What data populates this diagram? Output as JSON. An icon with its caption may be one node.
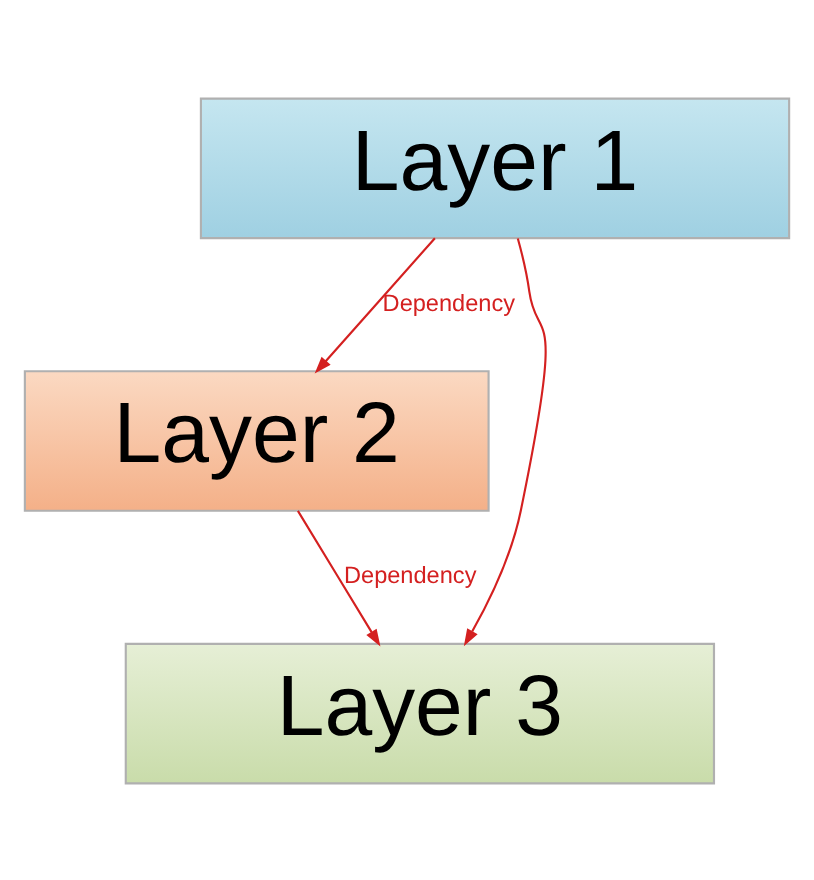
{
  "diagram": {
    "nodes": [
      {
        "text": [
          "Layer 1"
        ]
      },
      {
        "text": [
          "Layer 2"
        ]
      },
      {
        "text": [
          "Layer 3"
        ]
      }
    ],
    "edges": [
      {
        "from": 0,
        "to": 1,
        "arrow": "to",
        "label": "Dependency"
      },
      {
        "from": 0,
        "to": 2,
        "arrow": "to"
      },
      {
        "from": 1,
        "to": 2,
        "arrow": "to",
        "label": "Dependency"
      }
    ]
  }
}
